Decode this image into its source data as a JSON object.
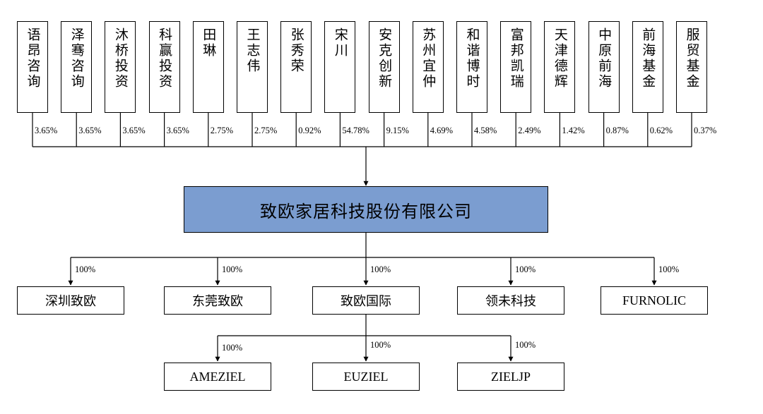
{
  "shareholders": [
    {
      "name": "语昂咨询",
      "pct": "3.65%"
    },
    {
      "name": "泽骞咨询",
      "pct": "3.65%"
    },
    {
      "name": "沐桥投资",
      "pct": "3.65%"
    },
    {
      "name": "科赢投资",
      "pct": "3.65%"
    },
    {
      "name": "田琳",
      "pct": "2.75%"
    },
    {
      "name": "王志伟",
      "pct": "2.75%"
    },
    {
      "name": "张秀荣",
      "pct": "0.92%"
    },
    {
      "name": "宋川",
      "pct": "54.78%"
    },
    {
      "name": "安克创新",
      "pct": "9.15%"
    },
    {
      "name": "苏州宜仲",
      "pct": "4.69%"
    },
    {
      "name": "和谐博时",
      "pct": "4.58%"
    },
    {
      "name": "富邦凯瑞",
      "pct": "2.49%"
    },
    {
      "name": "天津德辉",
      "pct": "1.42%"
    },
    {
      "name": "中原前海",
      "pct": "0.87%"
    },
    {
      "name": "前海基金",
      "pct": "0.62%"
    },
    {
      "name": "服贸基金",
      "pct": "0.37%"
    }
  ],
  "company": {
    "name": "致欧家居科技股份有限公司"
  },
  "subsidiaries": [
    {
      "name": "深圳致欧",
      "pct": "100%"
    },
    {
      "name": "东莞致欧",
      "pct": "100%"
    },
    {
      "name": "致欧国际",
      "pct": "100%"
    },
    {
      "name": "领未科技",
      "pct": "100%"
    },
    {
      "name": "FURNOLIC",
      "pct": "100%"
    }
  ],
  "sub_subsidiaries": [
    {
      "name": "AMEZIEL",
      "pct": "100%"
    },
    {
      "name": "EUZIEL",
      "pct": "100%"
    },
    {
      "name": "ZIELJP",
      "pct": "100%"
    }
  ]
}
